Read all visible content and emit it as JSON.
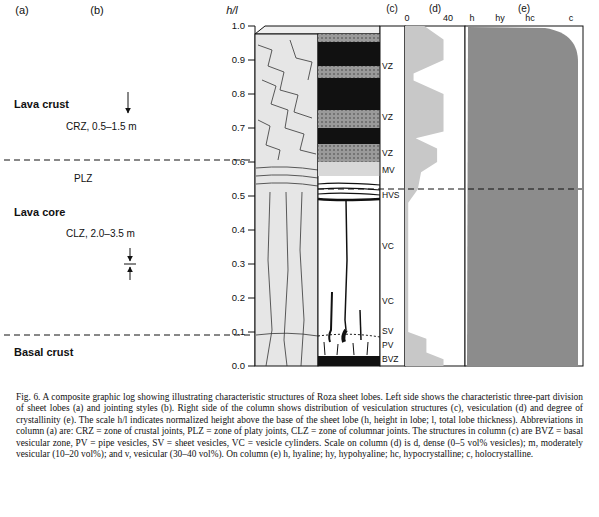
{
  "diagram": {
    "caption": "Fig. 6. A composite graphic log showing illustrating characteristic structures of Roza sheet lobes. Left side shows the characteristic three-part division of sheet lobes (a) and jointing styles (b). Right side of the column shows distribution of vesiculation structures (c), vesiculation (d) and degree of crystallinity (e). The scale h/l indicates normalized height above the base of the sheet lobe (h, height in lobe; l, total lobe thickness). Abbreviations in column (a) are: CRZ = zone of crustal joints, PLZ = zone of platy joints, CLZ = zone of columnar joints. The structures in column (c) are BVZ = basal vesicular zone, PV = pipe vesicles, SV = sheet vesicles, VC = vesicle cylinders. Scale on column (d) is d, dense (0–5 vol% vesicles); m, moderately vesicular (10–20 vol%); and v, vesicular (30–40 vol%). On column (e) h, hyaline; hy, hypohyaline; hc, hypocrystalline; c, holocrystalline.",
    "labels": [
      "(a)",
      "(b)",
      "h/l",
      "(c)",
      "(d)",
      "(e)",
      "0",
      "40",
      "h",
      "hy",
      "hc",
      "c",
      "1.0",
      "0.9",
      "0.8",
      "0.7",
      "0.6",
      "0.5",
      "0.4",
      "0.3",
      "0.2",
      "0.1",
      "0.0",
      "Lava crust",
      "CRZ, 0.5–1.5 m",
      "PLZ",
      "Lava core",
      "CLZ, 2.0–3.5 m",
      "Basal crust",
      "VZ",
      "VZ",
      "VZ",
      "MV",
      "HVS",
      "VC",
      "VC",
      "SV",
      "PV",
      "BVZ"
    ]
  }
}
